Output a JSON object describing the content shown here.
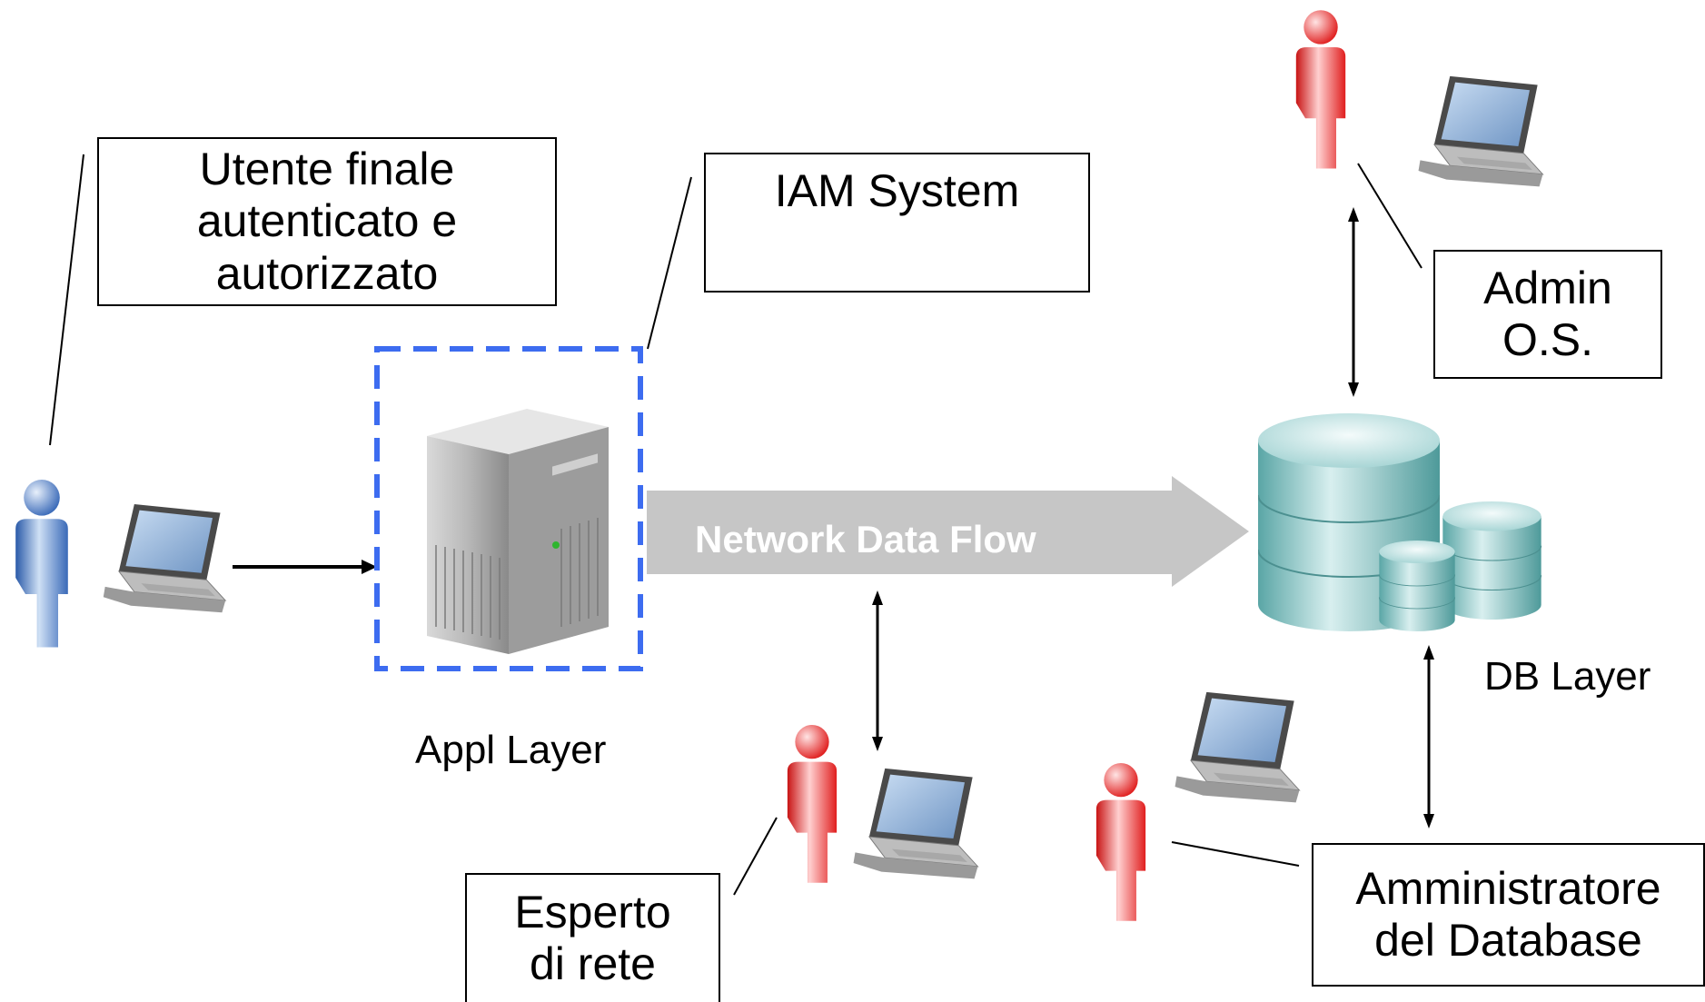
{
  "callouts": {
    "end_user": "Utente finale\nautenticato e\nautorizzato",
    "iam": "IAM System",
    "admin_os": "Admin\nO.S.",
    "network_expert": "Esperto\ndi rete",
    "db_admin": "Amministratore\ndel Database"
  },
  "labels": {
    "appl_layer": "Appl Layer",
    "db_layer": "DB Layer",
    "network_flow": "Network Data Flow"
  },
  "colors": {
    "end_user_figure": "#4f7fc4",
    "admin_figures": "#e8262a",
    "iam_border": "#3d6cf0",
    "flow_arrow": "#c6c6c6",
    "database": "#7fc2c2"
  },
  "icons": [
    "person-icon",
    "laptop-icon",
    "server-icon",
    "database-icon"
  ]
}
